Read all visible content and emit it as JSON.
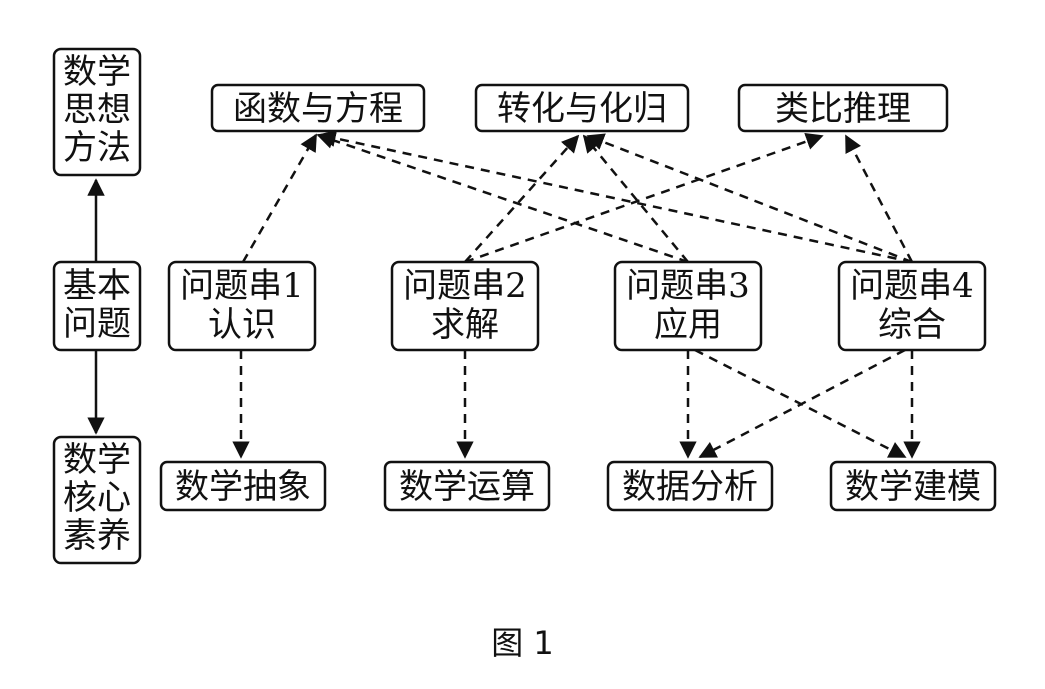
{
  "legend": {
    "methods": [
      "数学",
      "思想",
      "方法"
    ],
    "basic": [
      "基本",
      "问题"
    ],
    "literacy": [
      "数学",
      "核心",
      "素养"
    ]
  },
  "methods": [
    "函数与方程",
    "转化与化归",
    "类比推理"
  ],
  "questions": [
    {
      "line1": "问题串1",
      "line2": "认识"
    },
    {
      "line1": "问题串2",
      "line2": "求解"
    },
    {
      "line1": "问题串3",
      "line2": "应用"
    },
    {
      "line1": "问题串4",
      "line2": "综合"
    }
  ],
  "literacies": [
    "数学抽象",
    "数学运算",
    "数据分析",
    "数学建模"
  ],
  "caption": "图 1"
}
